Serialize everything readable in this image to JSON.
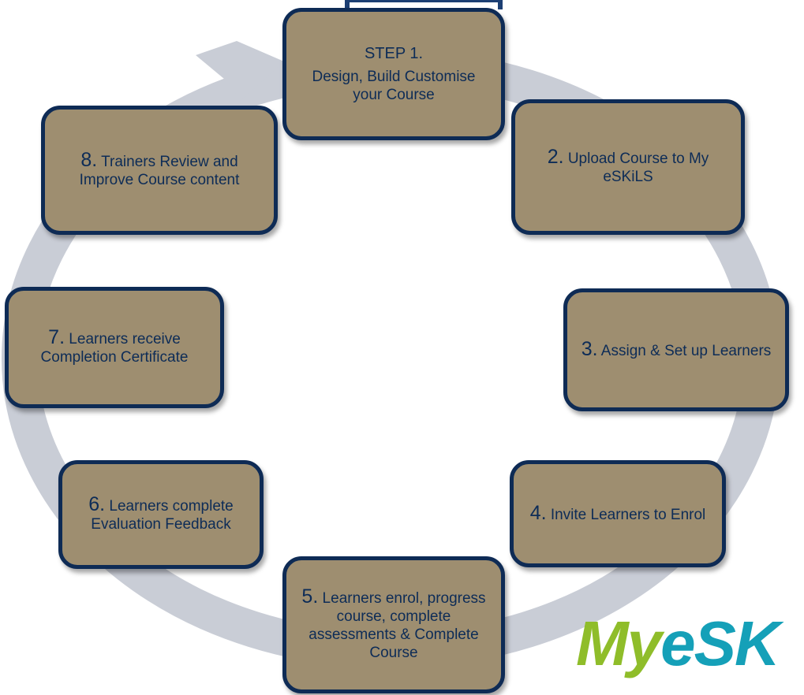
{
  "steps": [
    {
      "id": 1,
      "head": "STEP 1.",
      "num": "",
      "text": "Design, Build Customise your Course"
    },
    {
      "id": 2,
      "num": "2.",
      "text": " Upload Course to My eSKiLS"
    },
    {
      "id": 3,
      "num": "3.",
      "text": " Assign & Set up Learners"
    },
    {
      "id": 4,
      "num": "4.",
      "text": " Invite Learners to Enrol"
    },
    {
      "id": 5,
      "num": "5.",
      "text": " Learners enrol, progress course, complete assessments  & Complete Course"
    },
    {
      "id": 6,
      "num": "6.",
      "text": " Learners complete Evaluation Feedback"
    },
    {
      "id": 7,
      "num": "7.",
      "text": " Learners receive Completion Certificate"
    },
    {
      "id": 8,
      "num": "8.",
      "text": " Trainers Review and Improve Course content"
    }
  ],
  "colors": {
    "box_fill": "#9e8e70",
    "box_border": "#0e2b55",
    "text": "#0d2c57",
    "cycle_arrow": "#c9cdd6",
    "logo_green": "#8fbd2a",
    "logo_teal": "#15a0b8"
  },
  "logo": {
    "part_my": "My",
    "part_esk": "eSK"
  }
}
